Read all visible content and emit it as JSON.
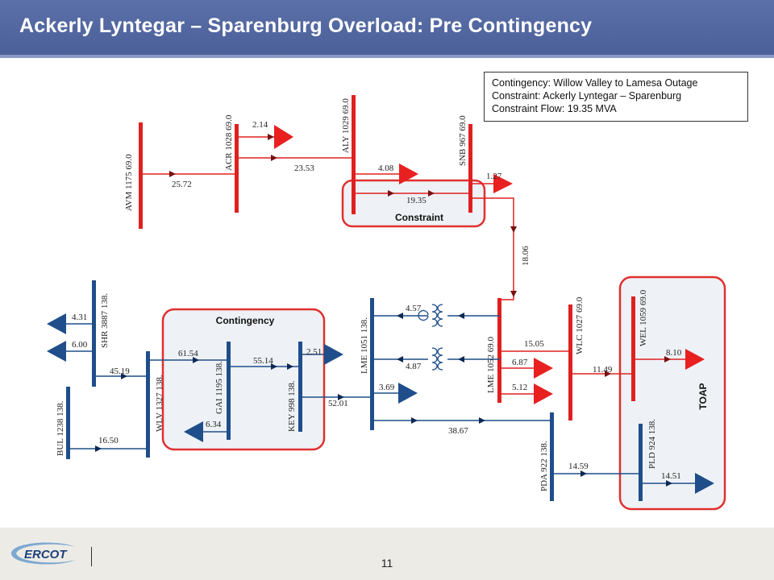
{
  "title": "Ackerly Lyntegar – Sparenburg Overload:  Pre Contingency",
  "info": {
    "line1": "Contingency: Willow Valley to Lamesa Outage",
    "line2": "Constraint: Ackerly Lyntegar – Sparenburg",
    "line3": "Constraint Flow: 19.35 MVA"
  },
  "regions": {
    "constraint": "Constraint",
    "contingency": "Contingency",
    "toap": "TOAP"
  },
  "buses": {
    "avm": "AVM 1175   69.0",
    "acr": "ACR 1028   69.0",
    "aly": "ALY 1029   69.0",
    "snb": "SNB  967   69.0",
    "shr": "SHR 3887   138.",
    "bul": "BUL 1238   138.",
    "wlv": "WLV 1327   138.",
    "gai": "GAI 1195   138.",
    "key": "KEY  998   138.",
    "lme1051": "LME 1051   138.",
    "lme1052": "LME 1052   69.0",
    "wlc": "WLC 1027   69.0",
    "wel": "WEL 1059   69.0",
    "pda": "PDA  922   138.",
    "pld": "PLD  924   138."
  },
  "flows": {
    "avm_acr": "25.72",
    "acr_out": "2.14",
    "acr_aly": "23.53",
    "aly_out": "4.08",
    "aly_snb": "19.35",
    "snb_out": "1.27",
    "snb_lme": "18.06",
    "shr_out1": "4.31",
    "shr_out2": "6.00",
    "shr_wlv": "45.19",
    "bul_wlv": "16.50",
    "wlv_gai": "61.54",
    "gai_out": "6.34",
    "gai_key": "55.14",
    "key_out": "2.51",
    "key_lme": "52.01",
    "lme_load": "3.69",
    "xfmr1": "4.57",
    "xfmr2": "4.87",
    "lme_pda": "38.67",
    "lme_wlc": "15.05",
    "lme_out1": "6.87",
    "lme_out2": "5.12",
    "wlc_wel": "11.49",
    "wel_out": "8.10",
    "pda_pld": "14.59",
    "pld_out": "14.51"
  },
  "footer": {
    "logo": "ERCOT",
    "page": "11"
  },
  "colors": {
    "header": "#4b5f99",
    "bus69": "#e02020",
    "bus138": "#1f4e8a",
    "region": "#e03030"
  }
}
